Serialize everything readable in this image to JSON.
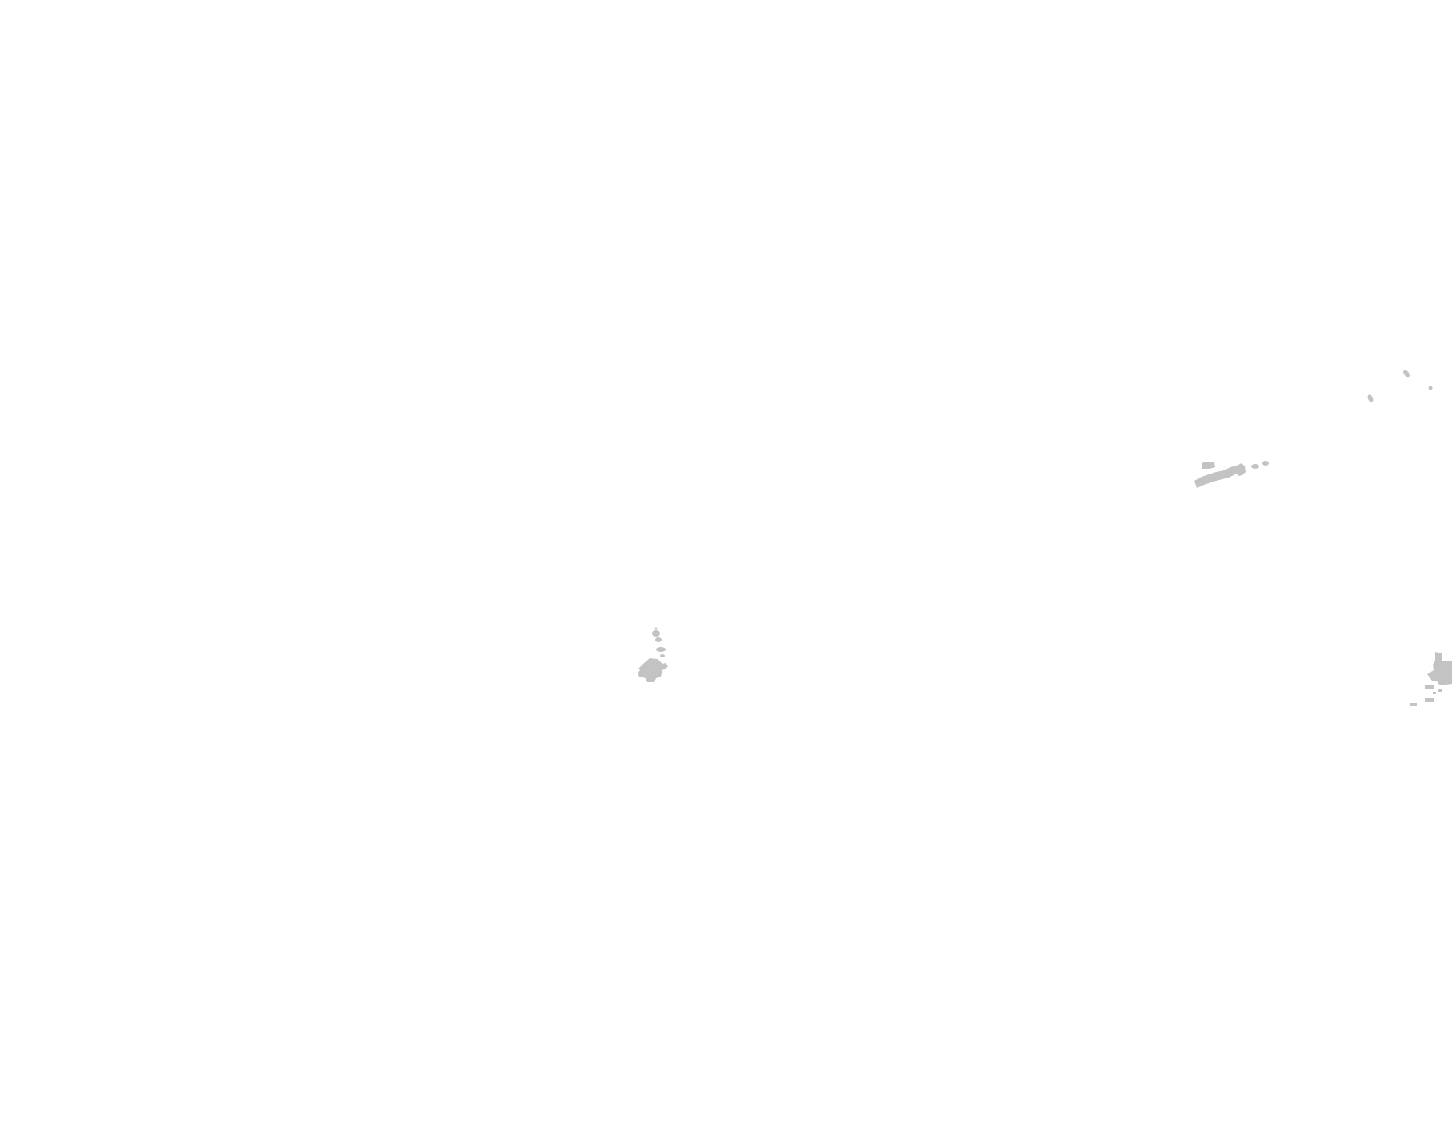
{
  "map": {
    "colors": {
      "water": "#ffffff",
      "land": "#c3c3c3"
    },
    "features": [
      {
        "name": "central-island-group"
      },
      {
        "name": "elongated-island-chain"
      },
      {
        "name": "northeast-islets"
      },
      {
        "name": "southeast-landmass"
      }
    ]
  }
}
